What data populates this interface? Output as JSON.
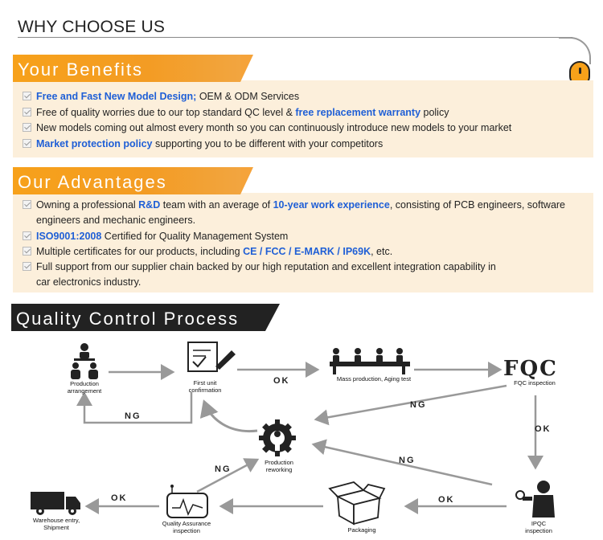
{
  "header": {
    "title": "WHY CHOOSE US"
  },
  "benefits": {
    "title": "Your Benefits",
    "items": [
      {
        "a_blue": "Free and Fast New Model Design;",
        "b": " OEM & ODM Services"
      },
      {
        "a": "Free of quality worries due to our top standard QC level & ",
        "b_blue": "free replacement warranty",
        "c": " policy"
      },
      {
        "a": "New models coming out almost every month so you can continuously introduce new models to your market"
      },
      {
        "a_blue": "Market protection policy",
        "b": " supporting you to be different with your competitors"
      }
    ]
  },
  "advantages": {
    "title": "Our Advantages",
    "items": [
      {
        "a": "Owning a professional ",
        "b_blue": "R&D",
        "c": " team with an average of ",
        "d_blue": "10-year work experience",
        "e": ", consisting of PCB engineers, software",
        "line2": "engineers and mechanic engineers."
      },
      {
        "a_blue": "ISO9001:2008",
        "b": " Certified for Quality Management System"
      },
      {
        "a": "Multiple certificates for our products, including ",
        "b_blue": "CE / FCC / E-MARK / IP69K",
        "c": ", etc."
      },
      {
        "a": "Full support from our supplier chain backed by our high reputation and excellent integration capability in",
        "line2": "car electronics industry."
      }
    ]
  },
  "qc": {
    "title": "Quality Control Process",
    "nodes": {
      "production_arrangement": "Production\narrangement",
      "first_unit": "First unit\nconfirmation",
      "mass_production": "Mass production, Aging test",
      "fqc_logo": "FQC",
      "fqc": "FQC inspection",
      "reworking": "Production\nreworking",
      "ipqc": "IPQC\ninspection",
      "packaging": "Packaging",
      "qa": "Quality Assurance\ninspection",
      "warehouse": "Warehouse entry,\nShipment"
    },
    "edges": {
      "ok1": "OK",
      "ng1": "NG",
      "ng2": "NG",
      "ok2": "OK",
      "ng3": "NG",
      "ng4": "NG",
      "ok3": "OK",
      "ok4": "OK"
    }
  },
  "colors": {
    "orange": "#f7a11a",
    "panel": "#fcefdb",
    "blue": "#1f5fd6",
    "dark": "#222222"
  }
}
